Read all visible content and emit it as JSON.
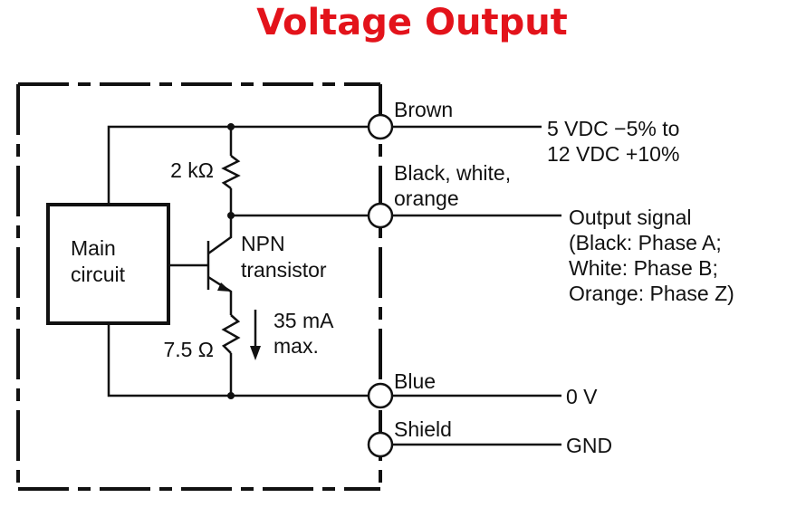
{
  "title": "Voltage Output",
  "colors": {
    "title": "#e3131b",
    "ink": "#111111",
    "background": "#ffffff"
  },
  "main_circuit": {
    "line1": "Main",
    "line2": "circuit"
  },
  "components": {
    "pullup_resistor": "2 kΩ",
    "emitter_resistor": "7.5 Ω",
    "transistor_line1": "NPN",
    "transistor_line2": "transistor",
    "current_line1": "35 mA",
    "current_line2": "max."
  },
  "terminals": {
    "brown": "Brown",
    "signal_line1": "Black, white,",
    "signal_line2": "orange",
    "blue": "Blue",
    "shield": "Shield"
  },
  "outputs": {
    "supply_line1": "5 VDC −5% to",
    "supply_line2": "12 VDC +10%",
    "signal_line1": "Output signal",
    "signal_line2": "(Black: Phase A;",
    "signal_line3": "White: Phase B;",
    "signal_line4": "Orange: Phase Z)",
    "zero_volt": "0 V",
    "ground": "GND"
  }
}
